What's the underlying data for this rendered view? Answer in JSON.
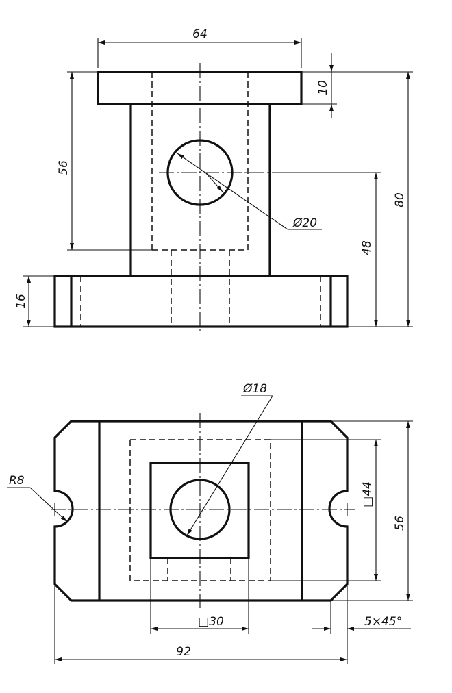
{
  "dimensions": {
    "front_top_width": "64",
    "front_flange_thickness": "10",
    "front_height_56": "56",
    "front_hole_diameter": "Ø20",
    "front_hole_center_height": "48",
    "front_total_height": "80",
    "front_base_thickness": "16",
    "top_small_hole_diameter": "Ø18",
    "top_notch_radius": "R8",
    "top_square_44": "□44",
    "top_depth": "56",
    "top_square_30": "□30",
    "top_chamfer": "5×45°",
    "top_overall_width": "92"
  }
}
